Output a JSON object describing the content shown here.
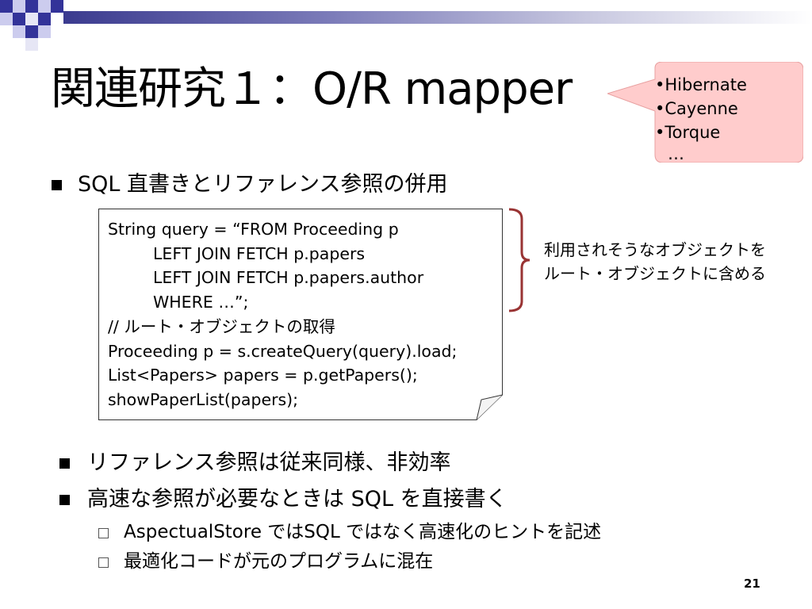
{
  "slide": {
    "title": "関連研究１：O/R mapper",
    "callout_items": [
      "•Hibernate",
      "•Cayenne",
      "•Torque",
      "…"
    ],
    "bullet1": "SQL 直書きとリファレンス参照の併用",
    "code_lines": [
      "String query = “FROM Proceeding p",
      "LEFT JOIN FETCH p.papers",
      "LEFT JOIN FETCH p.papers.author",
      "WHERE  …”;",
      "// ルート・オブジェクトの取得",
      "Proceeding p  = s.createQuery(query).load;",
      "List<Papers> papers = p.getPapers();",
      "showPaperList(papers);"
    ],
    "brace_note_line1": "利用されそうなオブジェクトを",
    "brace_note_line2": "ルート・オブジェクトに含める",
    "bullet2": "リファレンス参照は従来同様、非効率",
    "bullet3": "高速な参照が必要なときは SQL を直接書く",
    "sub_bullet1": "AspectualStore ではSQL ではなく高速化のヒントを記述",
    "sub_bullet2": "最適化コードが元のプログラムに混在",
    "page_number": "21"
  },
  "colors": {
    "accent_navy": "#333399",
    "callout_fill": "#ffcccc",
    "brace": "#993333"
  }
}
